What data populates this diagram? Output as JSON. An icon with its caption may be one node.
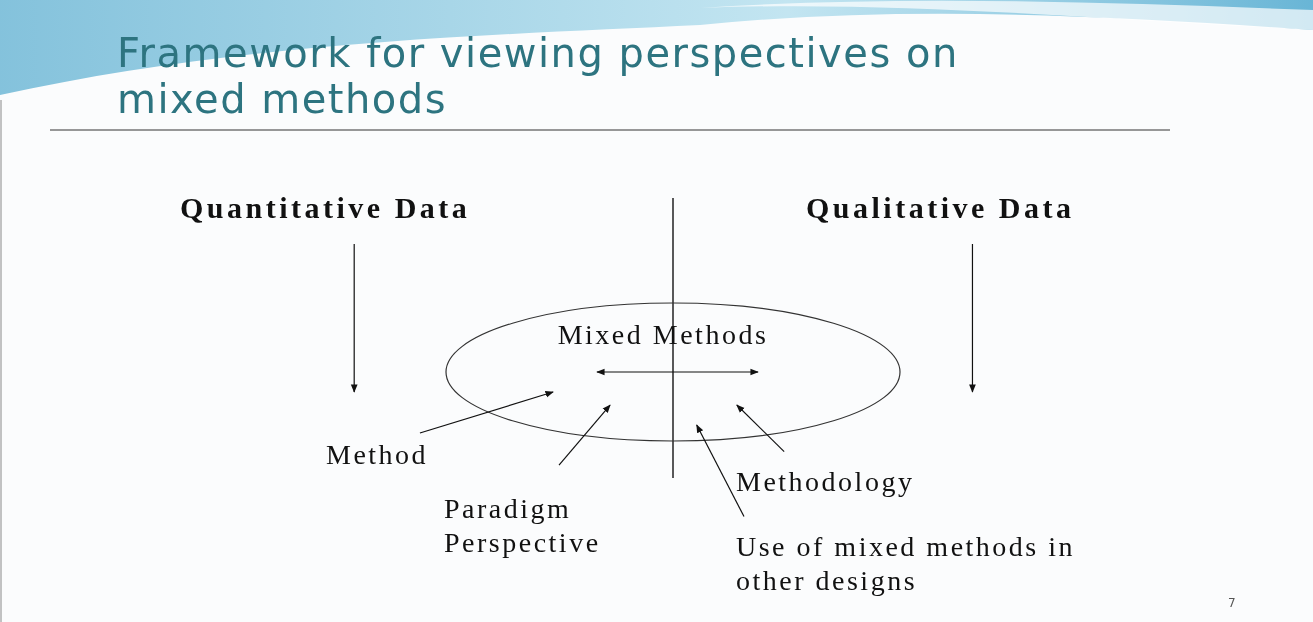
{
  "diagram": {
    "title": "Framework for viewing perspectives on mixed methods",
    "nodes": [
      {
        "text": [
          "Quantitative Data"
        ]
      },
      {
        "text": [
          "Qualitative Data"
        ]
      },
      {
        "text": [
          "Mixed Methods"
        ]
      },
      {
        "text": [
          "Method"
        ]
      },
      {
        "text": [
          "Paradigm Perspective"
        ]
      },
      {
        "text": [
          "Methodology"
        ]
      },
      {
        "text": [
          "Use of mixed methods in other designs"
        ]
      }
    ],
    "edges": [
      {
        "from": 0,
        "to": null,
        "arrow": "to"
      },
      {
        "from": 1,
        "to": null,
        "arrow": "to"
      },
      {
        "from": 3,
        "to": 2,
        "arrow": "to"
      },
      {
        "from": 4,
        "to": 2,
        "arrow": "to"
      },
      {
        "from": 5,
        "to": 2,
        "arrow": "to"
      },
      {
        "from": 6,
        "to": 2,
        "arrow": "to"
      }
    ],
    "labels": [
      "7"
    ]
  }
}
